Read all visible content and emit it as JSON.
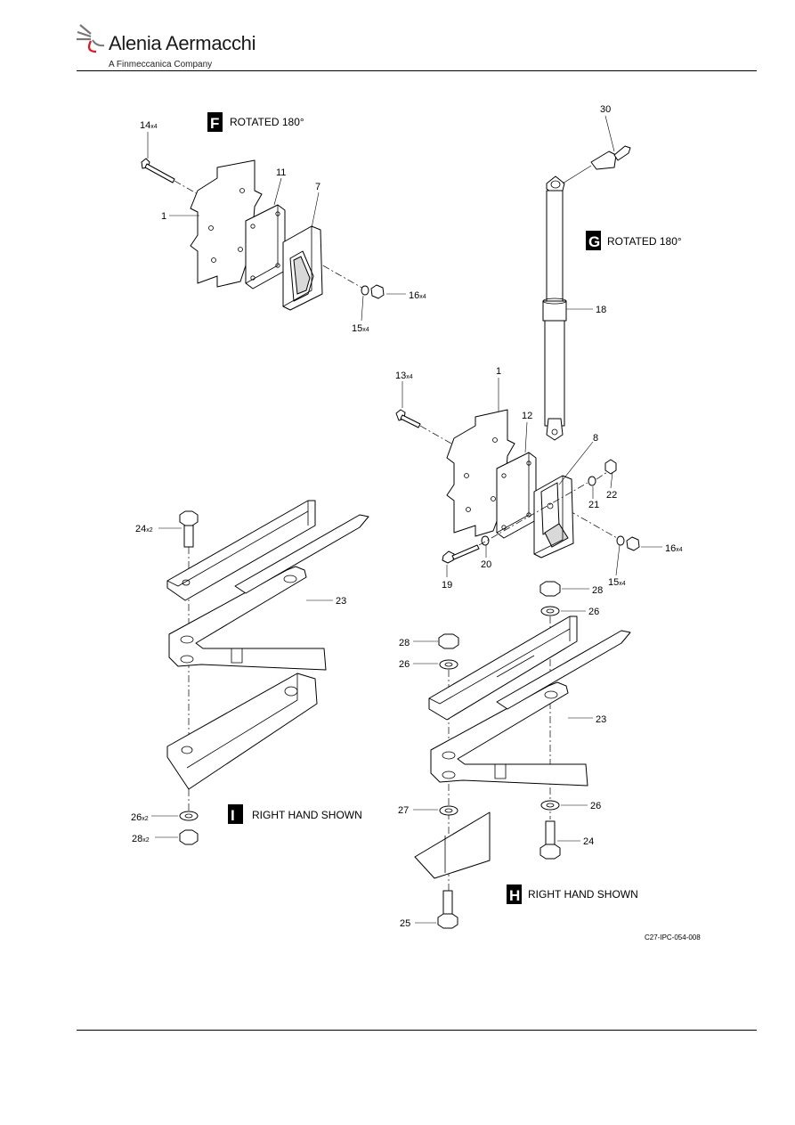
{
  "header": {
    "brand": "Alenia Aermacchi",
    "tagline": "A Finmeccanica Company"
  },
  "views": {
    "F": {
      "letter": "F",
      "caption": "ROTATED 180°"
    },
    "G": {
      "letter": "G",
      "caption": "ROTATED 180°"
    },
    "I": {
      "letter": "I",
      "caption": "RIGHT HAND SHOWN"
    },
    "H": {
      "letter": "H",
      "caption": "RIGHT HAND SHOWN"
    }
  },
  "callouts": {
    "c14": {
      "num": "14",
      "qty": "x4"
    },
    "c1a": {
      "num": "1",
      "qty": ""
    },
    "c11": {
      "num": "11",
      "qty": ""
    },
    "c7": {
      "num": "7",
      "qty": ""
    },
    "c16a": {
      "num": "16",
      "qty": "x4"
    },
    "c15a": {
      "num": "15",
      "qty": "x4"
    },
    "c30": {
      "num": "30",
      "qty": ""
    },
    "c18": {
      "num": "18",
      "qty": ""
    },
    "c13": {
      "num": "13",
      "qty": "x4"
    },
    "c1b": {
      "num": "1",
      "qty": ""
    },
    "c12": {
      "num": "12",
      "qty": ""
    },
    "c8": {
      "num": "8",
      "qty": ""
    },
    "c22": {
      "num": "22",
      "qty": ""
    },
    "c21": {
      "num": "21",
      "qty": ""
    },
    "c20": {
      "num": "20",
      "qty": ""
    },
    "c19": {
      "num": "19",
      "qty": ""
    },
    "c16b": {
      "num": "16",
      "qty": "x4"
    },
    "c15b": {
      "num": "15",
      "qty": "x4"
    },
    "c24a": {
      "num": "24",
      "qty": "x2"
    },
    "c23a": {
      "num": "23",
      "qty": ""
    },
    "c26a": {
      "num": "26",
      "qty": "x2"
    },
    "c28a": {
      "num": "28",
      "qty": "x2"
    },
    "c28b": {
      "num": "28",
      "qty": ""
    },
    "c26b": {
      "num": "26",
      "qty": ""
    },
    "c28c": {
      "num": "28",
      "qty": ""
    },
    "c26c": {
      "num": "26",
      "qty": ""
    },
    "c23b": {
      "num": "23",
      "qty": ""
    },
    "c27": {
      "num": "27",
      "qty": ""
    },
    "c26d": {
      "num": "26",
      "qty": ""
    },
    "c24b": {
      "num": "24",
      "qty": ""
    },
    "c25": {
      "num": "25",
      "qty": ""
    }
  },
  "figure_id": "C27-IPC-054-008"
}
